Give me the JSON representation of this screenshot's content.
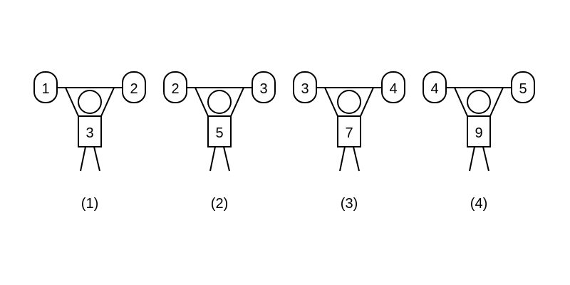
{
  "figures": [
    {
      "left_weight": "1",
      "right_weight": "2",
      "body_number": "3",
      "caption": "(1)"
    },
    {
      "left_weight": "2",
      "right_weight": "3",
      "body_number": "5",
      "caption": "(2)"
    },
    {
      "left_weight": "3",
      "right_weight": "4",
      "body_number": "7",
      "caption": "(3)"
    },
    {
      "left_weight": "4",
      "right_weight": "5",
      "body_number": "9",
      "caption": "(4)"
    }
  ]
}
